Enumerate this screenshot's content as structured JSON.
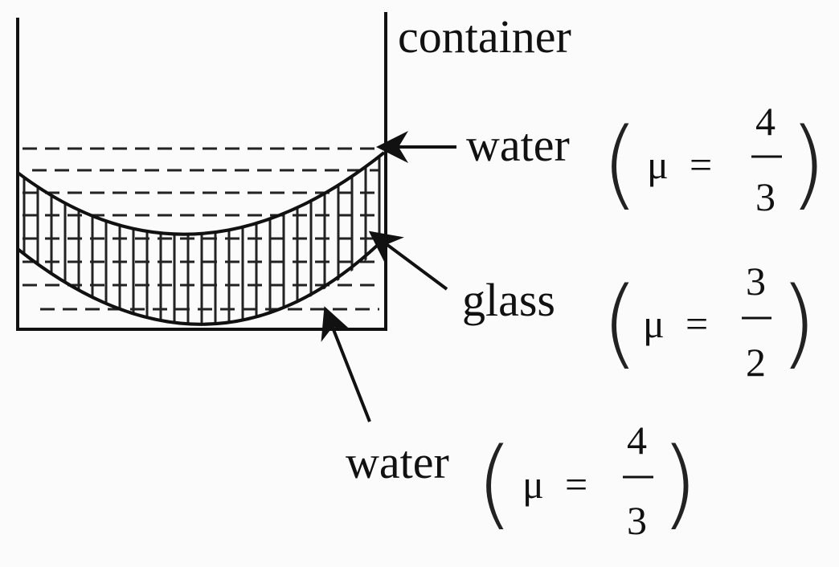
{
  "labels": {
    "container": "container",
    "water_top": "water",
    "glass": "glass",
    "water_bottom": "water"
  },
  "refractive_indices": {
    "water_top": {
      "symbol": "μ",
      "equals": "=",
      "numerator": "4",
      "denominator": "3"
    },
    "glass": {
      "symbol": "μ",
      "equals": "=",
      "numerator": "3",
      "denominator": "2"
    },
    "water_bottom": {
      "symbol": "μ",
      "equals": "=",
      "numerator": "4",
      "denominator": "3"
    }
  },
  "parens": {
    "open": "(",
    "close": ")"
  }
}
